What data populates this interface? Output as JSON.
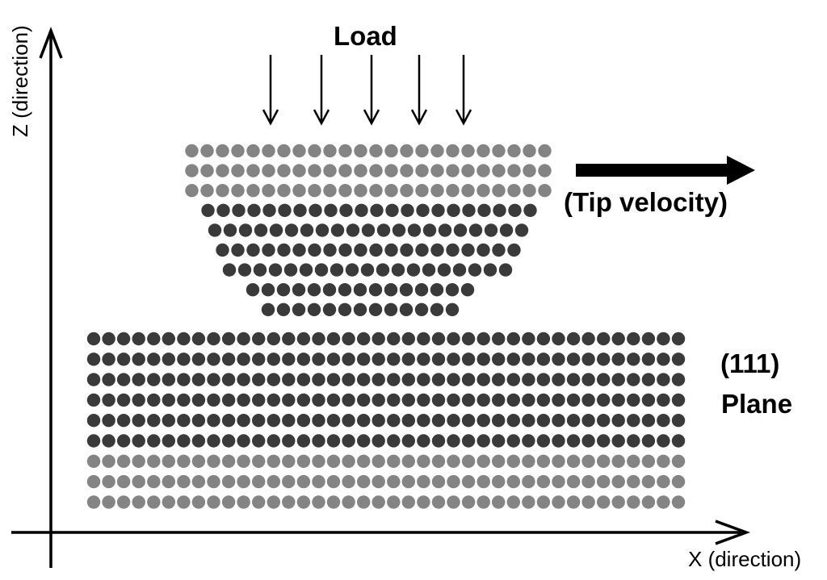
{
  "labels": {
    "load": "Load",
    "tip_velocity": "(Tip velocity)",
    "plane_index": "(111)",
    "plane_name": "Plane",
    "x_axis": "X (direction)",
    "z_axis": "Z (direction)"
  },
  "colors": {
    "light_atom": "#848484",
    "dark_atom": "#3a3a3a",
    "ink": "#000000"
  },
  "tip": {
    "row_atom_counts": [
      24,
      24,
      24,
      22,
      21,
      20,
      19,
      15,
      13
    ],
    "row_shades": [
      "light",
      "light",
      "light",
      "dark",
      "dark",
      "dark",
      "dark",
      "dark",
      "dark"
    ]
  },
  "substrate": {
    "row_atom_count": 40,
    "row_shades": [
      "dark",
      "dark",
      "dark",
      "dark",
      "dark",
      "dark",
      "light",
      "light",
      "light"
    ]
  },
  "load_arrow_count": 5
}
